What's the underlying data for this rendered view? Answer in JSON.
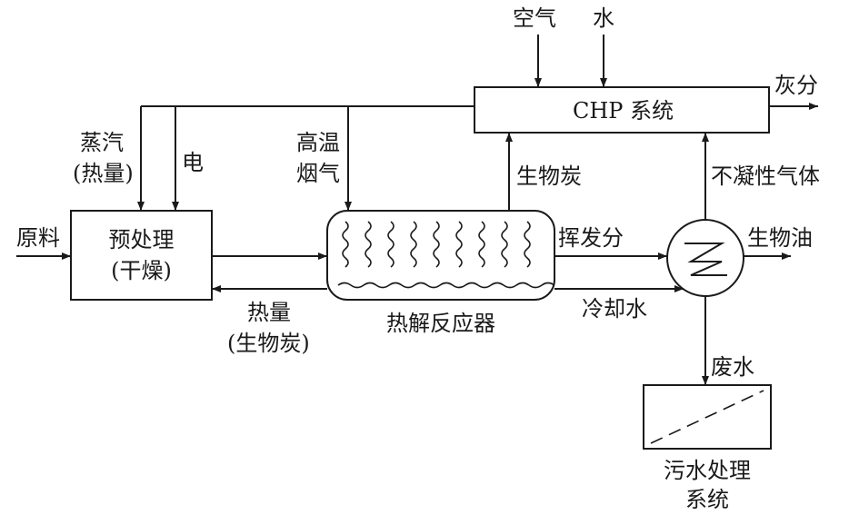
{
  "inputs": {
    "raw_material": "原料",
    "air": "空气",
    "water": "水"
  },
  "blocks": {
    "pretreatment": {
      "line1": "预处理",
      "line2": "(干燥)"
    },
    "chp": "CHP 系统",
    "reactor": "热解反应器",
    "wastewater_system": {
      "line1": "污水处理",
      "line2": "系统"
    }
  },
  "streams": {
    "steam": {
      "line1": "蒸汽",
      "line2": "(热量)"
    },
    "electricity": "电",
    "hot_flue_gas": {
      "line1": "高温",
      "line2": "烟气"
    },
    "biochar_to_chp": "生物炭",
    "ash": "灰分",
    "noncondensable_gas": "不凝性气体",
    "volatiles": "挥发分",
    "bio_oil": "生物油",
    "cooling_water": "冷却水",
    "heat_return": {
      "line1": "热量",
      "line2": "(生物炭)"
    },
    "waste_water": "废水"
  }
}
